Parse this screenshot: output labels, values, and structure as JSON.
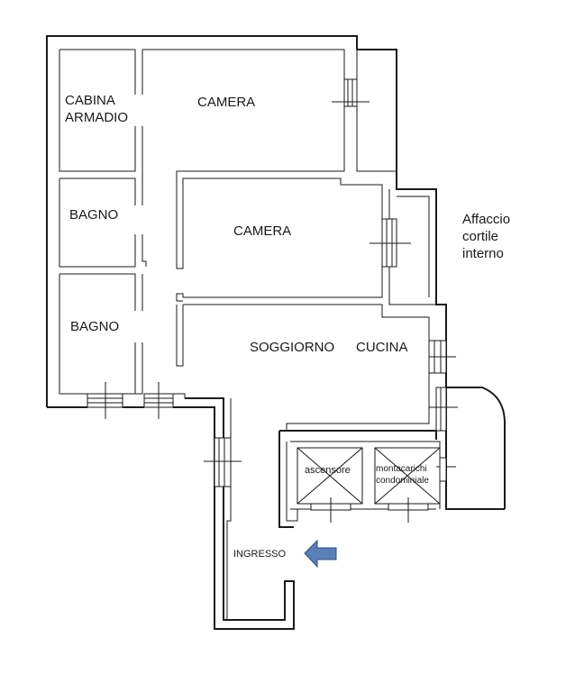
{
  "rooms": {
    "walk_in_closet": [
      "CABINA",
      "ARMADIO"
    ],
    "bedroom_1": "CAMERA",
    "bedroom_2": "CAMERA",
    "bathroom_1": "BAGNO",
    "bathroom_2": "BAGNO",
    "living_room": "SOGGIORNO",
    "kitchen": "CUCINA",
    "elevator": "ascensore",
    "service_lift": [
      "montacarichi",
      "condominiale"
    ],
    "entrance": "INGRESSO"
  },
  "view_note": [
    "Affaccio",
    "cortile",
    "interno"
  ],
  "colors": {
    "walls": "#1a1a1a",
    "entrance_arrow": "#5b7fb8",
    "entrance_arrow_stroke": "#2f4f80"
  },
  "icons": {
    "entrance": "arrow-left-icon"
  }
}
